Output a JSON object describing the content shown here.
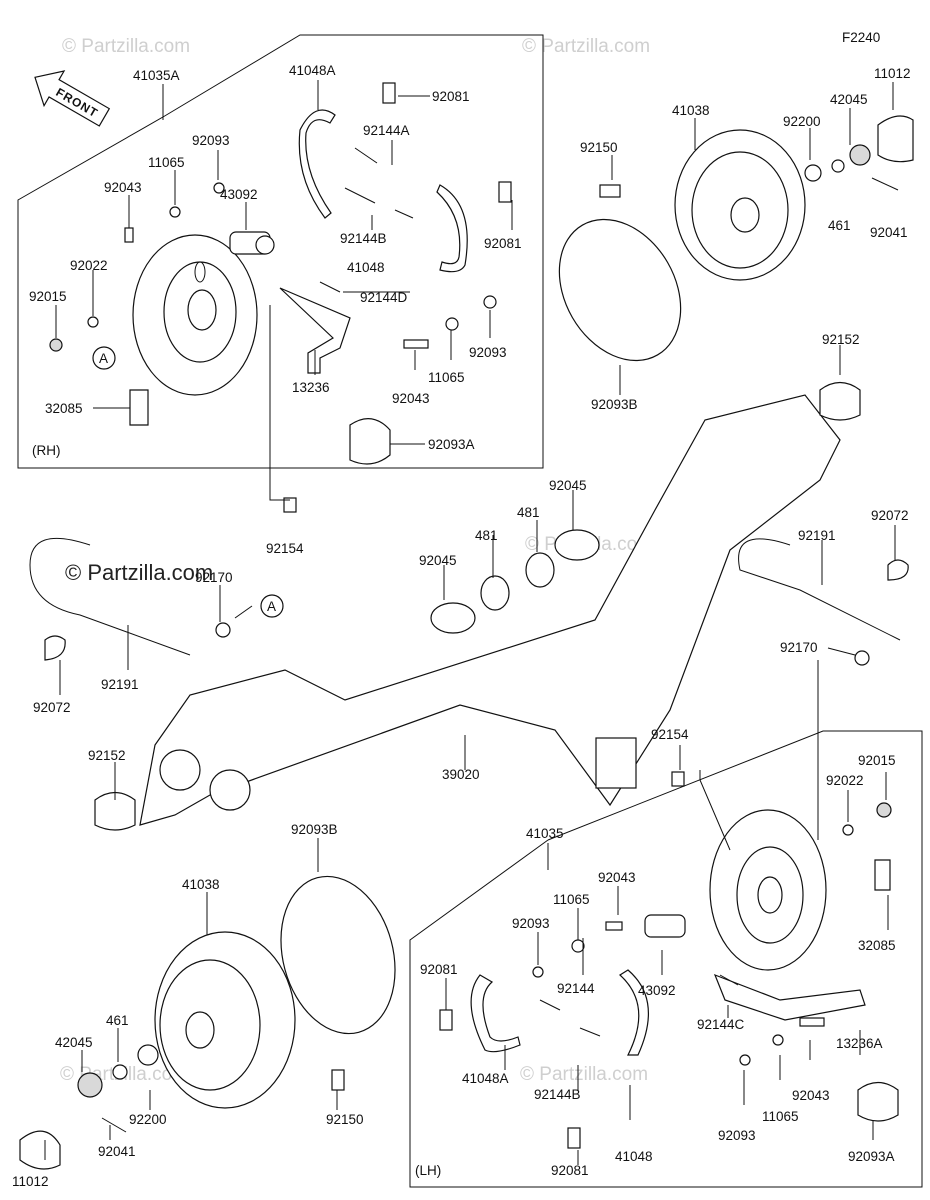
{
  "figure_code": "F2240",
  "front_arrow_label": "FRONT",
  "watermark": "© Partzilla.com",
  "callout_a": "A",
  "rh": {
    "tag": "(RH)",
    "assembly": "41035A",
    "parts": {
      "shoe_a": "41048A",
      "shoe": "41048",
      "clip_top": "92081",
      "clip_mid": "92081",
      "spring_a": "92144A",
      "spring_b": "92144B",
      "spring_d": "92144D",
      "washer_top": "92093",
      "washer_low": "92093",
      "pin_washer_top": "11065",
      "pin_washer_low": "11065",
      "pin_top": "92043",
      "pin_low": "92043",
      "cylinder": "43092",
      "lock_washer": "92022",
      "nut": "92015",
      "spring_clip": "32085",
      "lever": "13236",
      "seal": "92093A"
    }
  },
  "lh": {
    "tag": "(LH)",
    "assembly": "41035",
    "parts": {
      "clip_a": "92081",
      "clip_b": "92081",
      "shoe_a": "41048A",
      "shoe": "41048",
      "washer_top": "92093",
      "washer_low": "92093",
      "pin_washer_top": "11065",
      "pin_washer_low": "11065",
      "pin_top": "92043",
      "pin_low": "92043",
      "cylinder": "43092",
      "spring": "92144",
      "spring_b": "92144B",
      "spring_c": "92144C",
      "lever": "13236A",
      "lock_washer": "92022",
      "nut": "92015",
      "spring_clip": "32085",
      "seal": "92093A"
    }
  },
  "center": {
    "drum_r": "41038",
    "bolt_r": "92150",
    "oring_r": "92093B",
    "washer_r": "92200",
    "nut_r": "42045",
    "wash461_r": "461",
    "cap_r": "11012",
    "cotter_r": "92041",
    "bushing_r": "92152",
    "bearing_r": "92045",
    "circlip_r": "481",
    "bearing_l": "92045",
    "circlip_l": "481",
    "bolt_upper": "92154",
    "bolt_lower": "92154",
    "clamp_r": "92072",
    "hose_r": "92191",
    "hclamp_r": "92170",
    "clamp_l": "92072",
    "hose_l": "92191",
    "hclamp_l": "92170",
    "bushing_l": "92152",
    "swingarm": "39020",
    "oring_l": "92093B",
    "drum_l": "41038",
    "wash461_l": "461",
    "nut_l": "42045",
    "washer_l": "92200",
    "bolt_l": "92150",
    "cap_l": "11012",
    "cotter_l": "92041"
  }
}
